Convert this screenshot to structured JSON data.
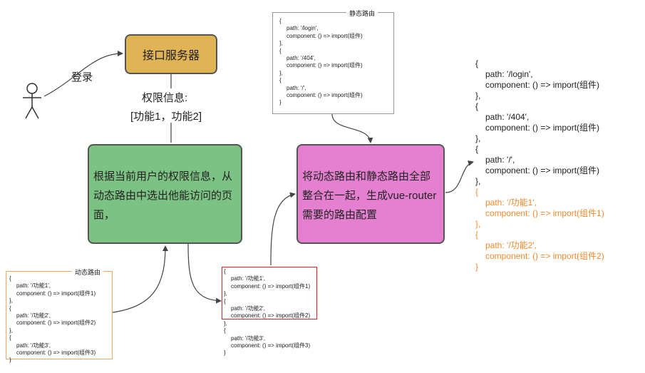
{
  "actor": {
    "login_label": "登录"
  },
  "server": {
    "label": "接口服务器"
  },
  "permission": {
    "line1": "权限信息:",
    "line2": "[功能1，功能2]"
  },
  "filter_box": {
    "label": "根据当前用户的权限信息，从动态路由中选出他能访问的页面，"
  },
  "merge_box": {
    "label": "将动态路由和静态路由全部整合在一起，生成vue-router需要的路由配置"
  },
  "static_routes": {
    "title": "静态路由",
    "lines": [
      "{",
      "path: '/login',",
      "component: () => import(组件)",
      "},",
      "{",
      "path: '/404',",
      "component: () => import(组件)",
      "},",
      "{",
      "path: '/',",
      "component: () => import(组件)",
      "}"
    ]
  },
  "dynamic_routes": {
    "title": "动态路由",
    "lines": [
      "{",
      "path: '/功能1',",
      "component: () => import(组件1)",
      "},",
      "{",
      "path: '/功能2',",
      "component: () => import(组件2)",
      "},",
      "{",
      "path: '/功能3',",
      "component: () => import(组件3)",
      "}"
    ]
  },
  "selected_routes": {
    "lines": [
      "{",
      "path: '/功能1',",
      "component: () => import(组件1)",
      "},",
      "{",
      "path: '/功能2',",
      "component: () => import(组件2)",
      "},",
      "{",
      "path: '/功能3',",
      "component: () => import(组件3)",
      "}"
    ]
  },
  "final_routes": {
    "lines": [
      "{",
      "path: '/login',",
      "component: () => import(组件)",
      "},",
      "{",
      "path: '/404',",
      "component: () => import(组件)",
      "},",
      "{",
      "path: '/',",
      "component: () => import(组件)",
      "},",
      "{",
      "path: '/功能1',",
      "component: () => import(组件1)",
      "},",
      "{",
      "path: '/功能2',",
      "component: () => import(组件2)",
      "}"
    ],
    "highlight_from": 12,
    "highlight_color": "#f28a2e"
  },
  "colors": {
    "server": "#e0b355",
    "filter": "#7cc383",
    "merge": "#e57fd0",
    "dynamic_border": "#f0a868",
    "selected_border": "#dd2222"
  }
}
